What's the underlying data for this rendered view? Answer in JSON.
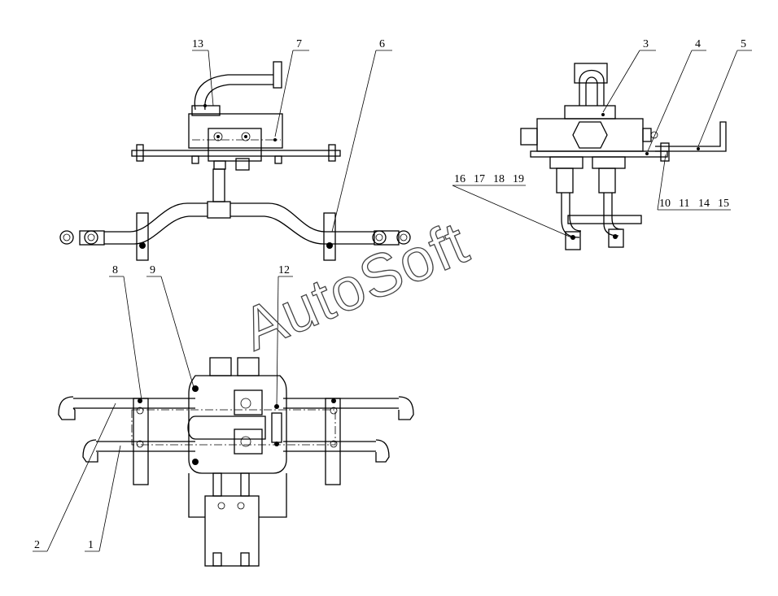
{
  "watermark": {
    "text": "AutoSoft"
  },
  "callouts": {
    "c1": "1",
    "c2": "2",
    "c3": "3",
    "c4": "4",
    "c5": "5",
    "c6": "6",
    "c7": "7",
    "c8": "8",
    "c9": "9",
    "c12": "12",
    "c13": "13",
    "g16": [
      "16",
      "17",
      "18",
      "19"
    ],
    "g10": [
      "10",
      "11",
      "14",
      "15"
    ]
  }
}
